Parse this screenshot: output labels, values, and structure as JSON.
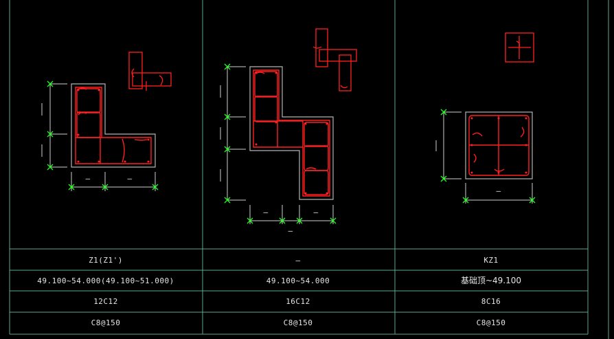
{
  "colors": {
    "background": "#000000",
    "grid": "#5aa88c",
    "outline": "#b4b4b4",
    "rebar": "#ff2020",
    "marker": "#20ff20",
    "dimension": "#d0d0d0",
    "text": "#e6e6e6"
  },
  "table": {
    "columns": [
      {
        "name": "Z1(Z1')",
        "elevation": "49.100~54.000(49.100~51.000)",
        "longitudinal_rebar": "12C12",
        "stirrup": "C8@150"
      },
      {
        "name": "—",
        "elevation": "49.100~54.000",
        "longitudinal_rebar": "16C12",
        "stirrup": "C8@150"
      },
      {
        "name": "KZ1",
        "elevation": "基础顶~49.100",
        "longitudinal_rebar": "8C16",
        "stirrup": "C8@150"
      }
    ]
  },
  "dimension_labels": {
    "col1_horizontal": [
      "—",
      "—"
    ],
    "col2_horizontal": [
      "—",
      "—",
      "—"
    ],
    "col3_horizontal": [
      "—"
    ]
  }
}
